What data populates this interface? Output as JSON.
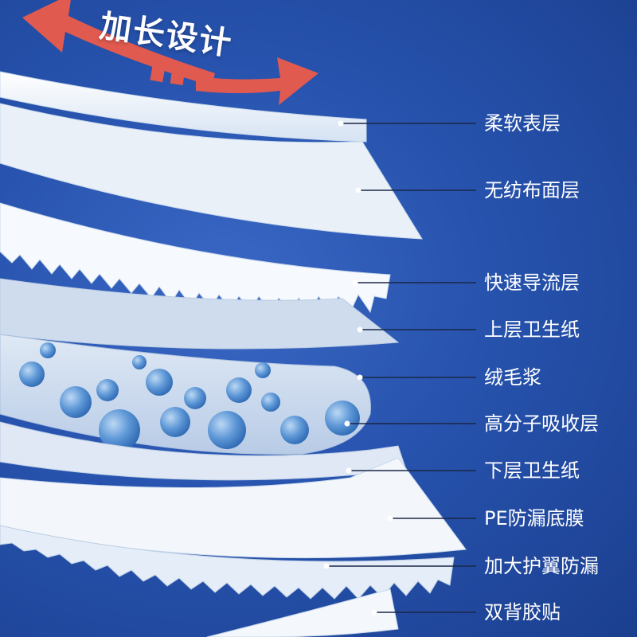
{
  "title": "加长设计",
  "layers": [
    {
      "label": "柔软表层"
    },
    {
      "label": "无纺布面层"
    },
    {
      "label": "快速导流层"
    },
    {
      "label": "上层卫生纸"
    },
    {
      "label": "绒毛浆"
    },
    {
      "label": "高分子吸收层"
    },
    {
      "label": "下层卫生纸"
    },
    {
      "label": "PE防漏底膜"
    },
    {
      "label": "加大护翼防漏"
    },
    {
      "label": "双背胶贴"
    }
  ],
  "colors": {
    "background": "#2753ae",
    "arrow": "#e05a4f",
    "sheet": "#eef4fb",
    "bead": "#4f8fd0"
  }
}
